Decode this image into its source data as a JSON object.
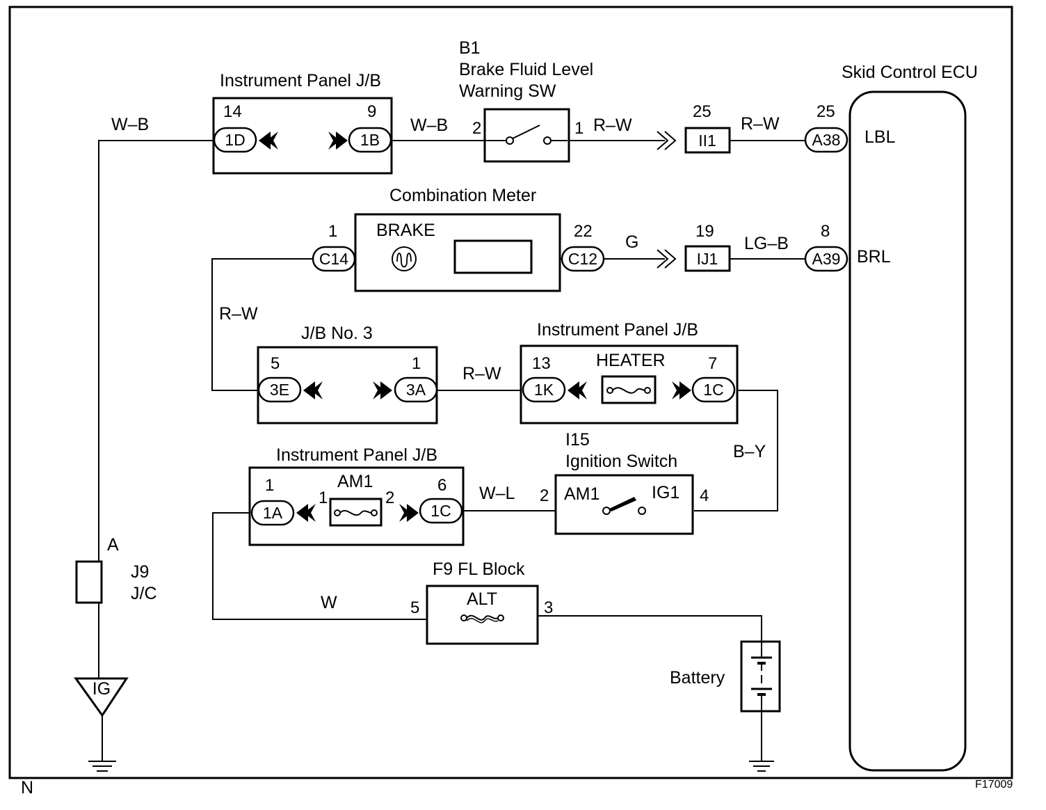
{
  "frame": {
    "corner_left": "N",
    "corner_right": "F17009"
  },
  "components": {
    "ip_jb_top": {
      "name": "Instrument Panel J/B",
      "pin_left": "14",
      "conn_left": "1D",
      "pin_right": "9",
      "conn_right": "1B"
    },
    "brake_fluid_sw": {
      "code": "B1",
      "name_line1": "Brake Fluid Level",
      "name_line2": "Warning SW",
      "pin_left": "2",
      "pin_right": "1"
    },
    "combination_meter": {
      "name": "Combination Meter",
      "lamp_label": "BRAKE",
      "pin_left": "1",
      "conn_left": "C14",
      "pin_right": "22",
      "conn_right": "C12"
    },
    "jb_no3": {
      "name": "J/B No. 3",
      "pin_left": "5",
      "conn_left": "3E",
      "pin_right": "1",
      "conn_right": "3A"
    },
    "ip_jb_mid": {
      "name": "Instrument Panel J/B",
      "fuse_label": "HEATER",
      "pin_left": "13",
      "conn_left": "1K",
      "pin_right": "7",
      "conn_right": "1C"
    },
    "ignition_switch": {
      "code": "I15",
      "name": "Ignition Switch",
      "pin_left": "2",
      "term_left": "AM1",
      "term_right": "IG1",
      "pin_right": "4"
    },
    "ip_jb_bottom": {
      "name": "Instrument Panel J/B",
      "fuse_label": "AM1",
      "pin_left": "1",
      "conn_left": "1A",
      "fuse_pin_left": "1",
      "fuse_pin_right": "2",
      "pin_right": "6",
      "conn_right": "1C"
    },
    "fl_block": {
      "name": "F9 FL Block",
      "fuse_label": "ALT",
      "pin_left": "5",
      "pin_right": "3"
    },
    "jc": {
      "point": "A",
      "code": "J9",
      "name": "J/C"
    },
    "ig_ground": {
      "label": "IG"
    },
    "battery": {
      "name": "Battery"
    },
    "skid_ecu": {
      "name": "Skid Control ECU",
      "pin_lbl": "25",
      "conn_lbl": "A38",
      "term_lbl": "LBL",
      "pin_brl": "8",
      "conn_brl": "A39",
      "term_brl": "BRL"
    },
    "junction_ii1": {
      "pin": "25",
      "label": "II1"
    },
    "junction_ij1": {
      "pin": "19",
      "label": "IJ1"
    }
  },
  "wires": {
    "w_b_left": "W–B",
    "w_b_mid": "W–B",
    "r_w_sw_out": "R–W",
    "r_w_to_ecu": "R–W",
    "g": "G",
    "lg_b": "LG–B",
    "r_w_left": "R–W",
    "r_w_jb": "R–W",
    "b_y": "B–Y",
    "w_l": "W–L",
    "w": "W"
  }
}
